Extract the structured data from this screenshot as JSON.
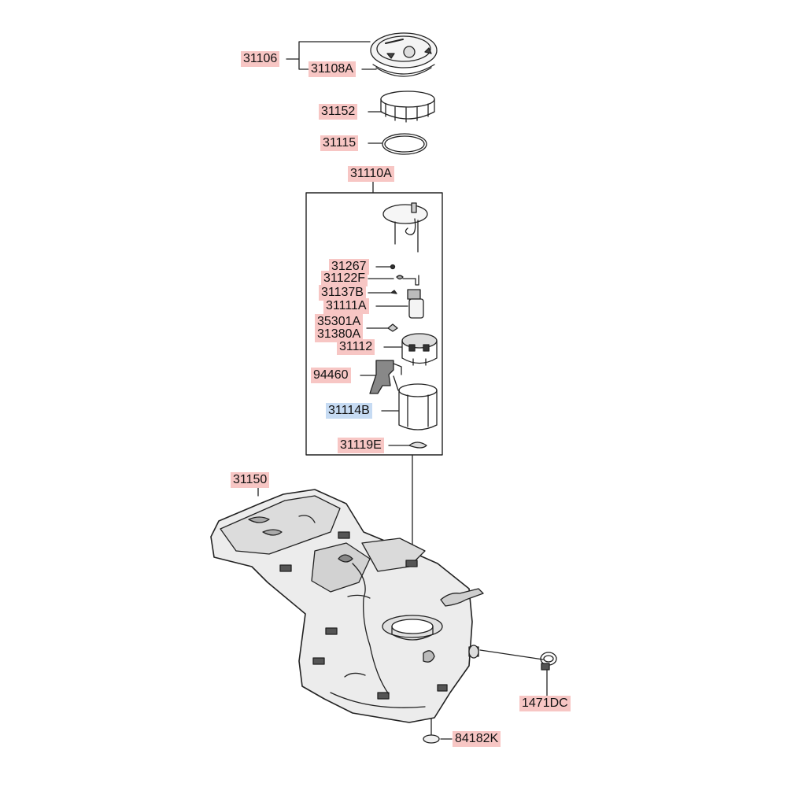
{
  "colors": {
    "highlight_red": "#f7c6c4",
    "highlight_blue": "#c6dbf3",
    "line": "#222222"
  },
  "parts": [
    {
      "id": "p31106",
      "code": "31106",
      "highlight": "red"
    },
    {
      "id": "p31108A",
      "code": "31108A",
      "highlight": "red"
    },
    {
      "id": "p31152",
      "code": "31152",
      "highlight": "red"
    },
    {
      "id": "p31115",
      "code": "31115",
      "highlight": "red"
    },
    {
      "id": "p31110A",
      "code": "31110A",
      "highlight": "red"
    },
    {
      "id": "p31267",
      "code": "31267",
      "highlight": "red"
    },
    {
      "id": "p31122F",
      "code": "31122F",
      "highlight": "red"
    },
    {
      "id": "p31137B",
      "code": "31137B",
      "highlight": "red"
    },
    {
      "id": "p31111A",
      "code": "31111A",
      "highlight": "red"
    },
    {
      "id": "p35301A",
      "code": "35301A",
      "highlight": "red"
    },
    {
      "id": "p31380A",
      "code": "31380A",
      "highlight": "red"
    },
    {
      "id": "p31112",
      "code": "31112",
      "highlight": "red"
    },
    {
      "id": "p94460",
      "code": "94460",
      "highlight": "red"
    },
    {
      "id": "p31114B",
      "code": "31114B",
      "highlight": "blue"
    },
    {
      "id": "p31119E",
      "code": "31119E",
      "highlight": "red"
    },
    {
      "id": "p31150",
      "code": "31150",
      "highlight": "red"
    },
    {
      "id": "p1471DC",
      "code": "1471DC",
      "highlight": "red"
    },
    {
      "id": "p84182K",
      "code": "84182K",
      "highlight": "red"
    }
  ]
}
